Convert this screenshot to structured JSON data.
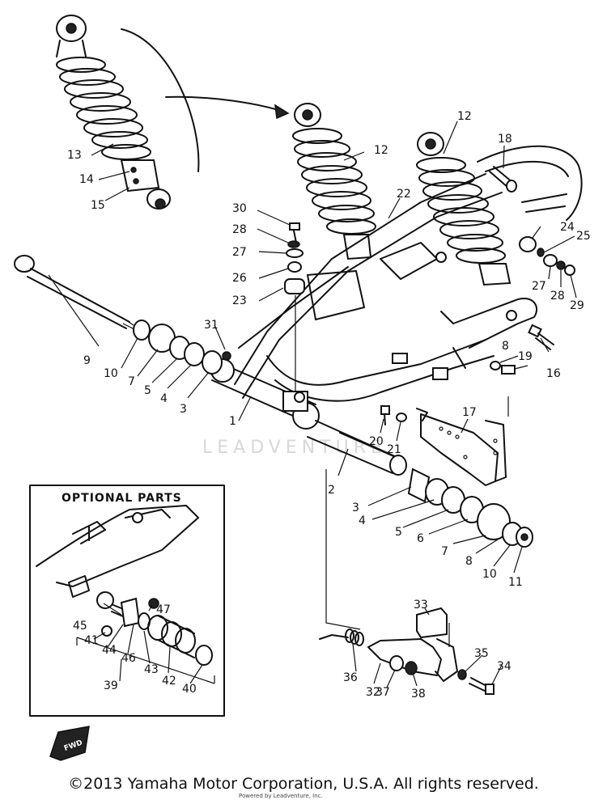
{
  "copyright": "©2013 Yamaha Motor Corporation, U.S.A. All rights reserved.",
  "watermark": "LEADVENTURE",
  "fine_print": "Powered by Leadventure, Inc.",
  "optional_parts_title": "OPTIONAL PARTS",
  "fwd_label": "FWD",
  "callouts": {
    "c1": "1",
    "c2": "2",
    "c3a": "3",
    "c3b": "3",
    "c4a": "4",
    "c4b": "4",
    "c5a": "5",
    "c5b": "5",
    "c6": "6",
    "c7a": "7",
    "c7b": "7",
    "c8a": "8",
    "c8b": "8",
    "c9": "9",
    "c10a": "10",
    "c10b": "10",
    "c11": "11",
    "c12a": "12",
    "c12b": "12",
    "c13": "13",
    "c14": "14",
    "c15": "15",
    "c16": "16",
    "c17": "17",
    "c18": "18",
    "c19": "19",
    "c20": "20",
    "c21": "21",
    "c22": "22",
    "c23": "23",
    "c24": "24",
    "c25": "25",
    "c26": "26",
    "c27a": "27",
    "c27b": "27",
    "c28a": "28",
    "c28b": "28",
    "c29": "29",
    "c30": "30",
    "c31": "31",
    "c32": "32",
    "c33": "33",
    "c34": "34",
    "c35": "35",
    "c36": "36",
    "c37": "37",
    "c38": "38",
    "c39": "39",
    "c40": "40",
    "c41": "41",
    "c42": "42",
    "c43": "43",
    "c44": "44",
    "c45": "45",
    "c46": "46",
    "c47": "47"
  }
}
